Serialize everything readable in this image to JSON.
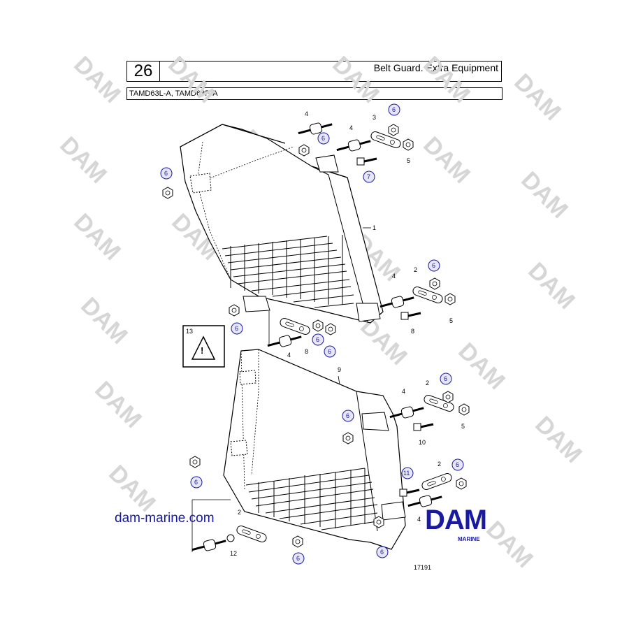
{
  "header": {
    "page_number": "26",
    "title": "Belt Guard. Extra Equipment",
    "models": "TAMD63L-A, TAMD63P-A"
  },
  "callouts": {
    "c1": "1",
    "c2a": "2",
    "c2b": "2",
    "c2c": "2",
    "c2d": "2",
    "c3": "3",
    "c4a": "4",
    "c4b": "4",
    "c4c": "4",
    "c4d": "4",
    "c4e": "4",
    "c4f": "4",
    "c5a": "5",
    "c5b": "5",
    "c5c": "5",
    "c6a": "6",
    "c6b": "6",
    "c6c": "6",
    "c6d": "6",
    "c6e": "6",
    "c6f": "6",
    "c6g": "6",
    "c6h": "6",
    "c6i": "6",
    "c6j": "6",
    "c6k": "6",
    "c6l": "6",
    "c6m": "6",
    "c7": "7",
    "c8a": "8",
    "c8b": "8",
    "c9": "9",
    "c10": "10",
    "c11": "11",
    "c12": "12",
    "c13": "13"
  },
  "warning_symbol": "!",
  "watermark_text": "DAM",
  "website": "dam-marine.com",
  "logo": {
    "name": "DAM",
    "sub": "MARINE",
    "color": "#1a1aa0"
  },
  "drawing_number": "17191"
}
